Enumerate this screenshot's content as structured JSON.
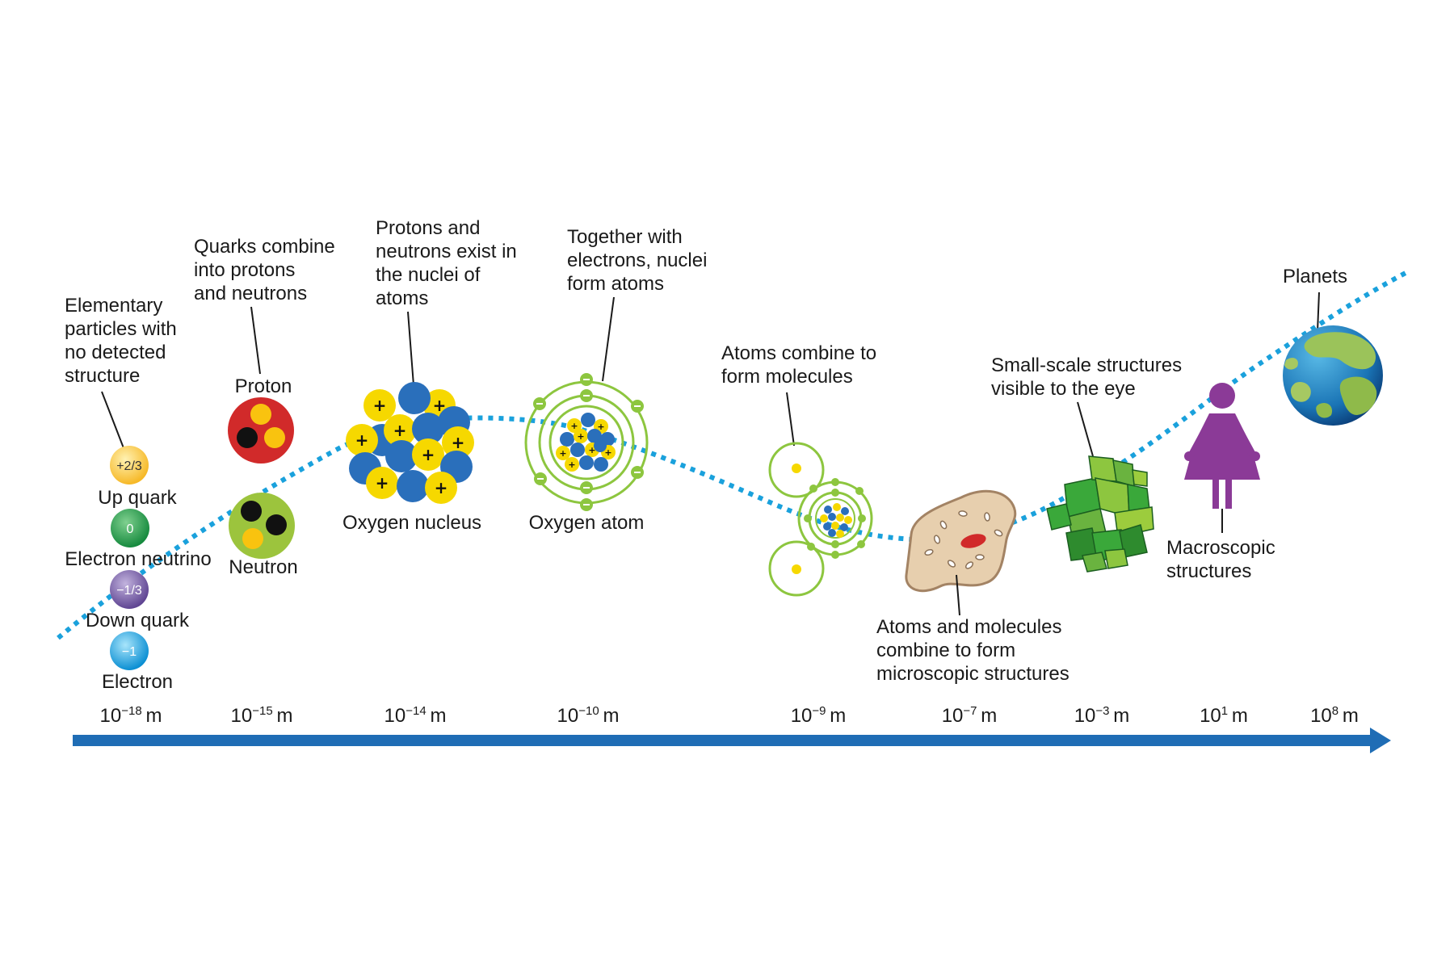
{
  "colors": {
    "axis_blue": "#1f6db5",
    "dotted_curve": "#1aa1dc",
    "yellow": "#f6d800",
    "nucleus_blue": "#2a6fbb",
    "atom_green": "#8dc63f",
    "proton_red": "#d12a2a",
    "neutron_green": "#9cc43d",
    "woman_purple": "#8b3a97",
    "crystal_green": "#3aa83a",
    "cell_beige": "#e7cfae"
  },
  "particles": [
    {
      "value": "+2/3",
      "name": "Up quark",
      "color": "#f9c83c"
    },
    {
      "value": "0",
      "name": "Electron neutrino",
      "color": "#27a451"
    },
    {
      "value": "−1/3",
      "name": "Down quark",
      "color": "#7a5ea6"
    },
    {
      "value": "−1",
      "name": "Electron",
      "color": "#18a7e3"
    }
  ],
  "captions": {
    "elementary": [
      "Elementary",
      "particles with",
      "no detected",
      "structure"
    ],
    "quarks": [
      "Quarks combine",
      "into protons",
      "and neutrons"
    ],
    "nuclei": [
      "Protons and",
      "neutrons exist in",
      "the nuclei of",
      "atoms"
    ],
    "atoms": [
      "Together with",
      "electrons, nuclei",
      "form atoms"
    ],
    "molecules": [
      "Atoms combine to",
      "form molecules"
    ],
    "microscopic": [
      "Atoms and molecules",
      "combine to form",
      "microscopic structures"
    ],
    "visible": [
      "Small-scale structures",
      "visible to the eye"
    ],
    "macroscopic": [
      "Macroscopic",
      "structures"
    ],
    "planets": "Planets"
  },
  "objects": {
    "proton": "Proton",
    "neutron": "Neutron",
    "oxygen_nucleus": "Oxygen nucleus",
    "oxygen_atom": "Oxygen atom"
  },
  "scale": [
    {
      "base": "10",
      "exp": "−18",
      "unit": "m"
    },
    {
      "base": "10",
      "exp": "−15",
      "unit": "m"
    },
    {
      "base": "10",
      "exp": "−14",
      "unit": "m"
    },
    {
      "base": "10",
      "exp": "−10",
      "unit": "m"
    },
    {
      "base": "10",
      "exp": "−9",
      "unit": "m"
    },
    {
      "base": "10",
      "exp": "−7",
      "unit": "m"
    },
    {
      "base": "10",
      "exp": "−3",
      "unit": "m"
    },
    {
      "base": "10",
      "exp": "1",
      "unit": "m"
    },
    {
      "base": "10",
      "exp": "8",
      "unit": "m"
    }
  ]
}
